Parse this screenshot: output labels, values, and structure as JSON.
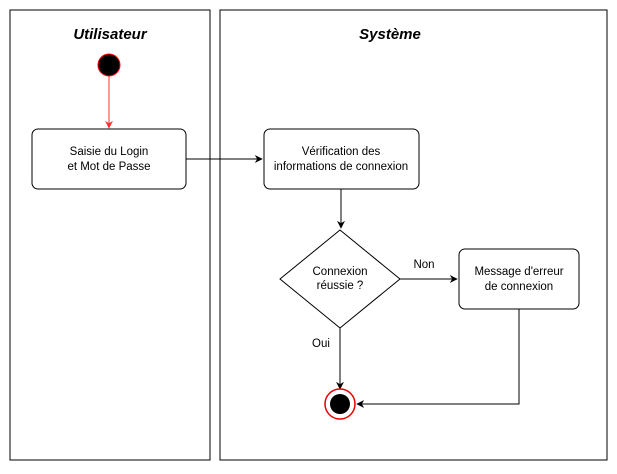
{
  "lanes": {
    "user": "Utilisateur",
    "system": "Système"
  },
  "nodes": {
    "login_entry": {
      "line1": "Saisie du Login",
      "line2": "et Mot de Passe"
    },
    "verification": {
      "line1": "Vérification des",
      "line2": "informations de connexion"
    },
    "decision": {
      "line1": "Connexion",
      "line2": "réussie ?"
    },
    "error": {
      "line1": "Message d'erreur",
      "line2": "de connexion"
    }
  },
  "edge_labels": {
    "no": "Non",
    "yes": "Oui"
  },
  "colors": {
    "start_arrow": "#ff3333",
    "end_ring": "#e60000",
    "node_fill": "#000000",
    "stroke": "#000000"
  }
}
